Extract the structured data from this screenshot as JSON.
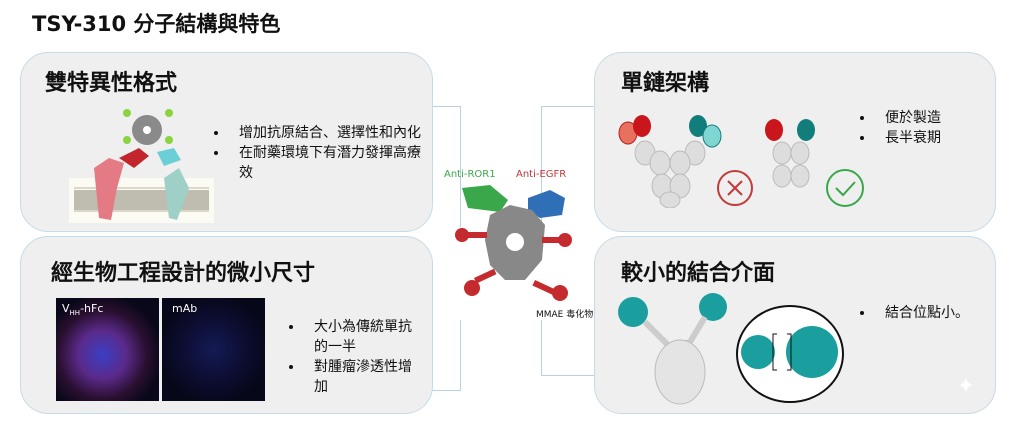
{
  "title": "TSY-310 分子結構與特色",
  "panels": {
    "bispecific": {
      "heading": "雙特異性格式",
      "bullets": [
        "增加抗原結合、選擇性和內化",
        "在耐藥環境下有潛力發揮高療效"
      ]
    },
    "size": {
      "heading": "經生物工程設計的微小尺寸",
      "image_labels": {
        "vhh_main": "V",
        "vhh_sub": "HH",
        "vhh_suffix": "-hFc",
        "mab": "mAb"
      },
      "bullets": [
        "大小為傳統單抗的一半",
        "對腫瘤滲透性增加"
      ]
    },
    "single_chain": {
      "heading": "單鏈架構",
      "bullets": [
        "便於製造",
        "長半衰期"
      ]
    },
    "interface": {
      "heading": "較小的結合介面",
      "bullets": [
        "結合位點小。"
      ]
    }
  },
  "center": {
    "anti_ror1": "Anti-ROR1",
    "anti_egfr": "Anti-EGFR",
    "payload": "MMAE 毒化物"
  },
  "colors": {
    "ror1": "#3aa84a",
    "egfr": "#c0383a",
    "payload": "#c42a2e",
    "egfr_domain": "#2e6fb5"
  }
}
